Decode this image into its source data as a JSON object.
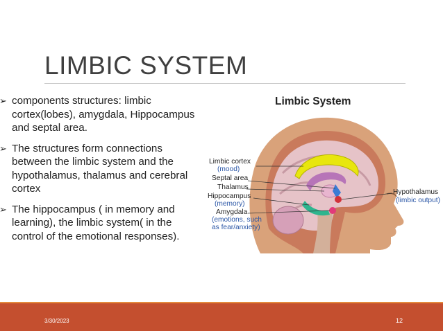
{
  "title": "LIMBIC SYSTEM",
  "bullets": [
    {
      "text": " components structures: limbic cortex(lobes), amygdala, Hippocampus and septal area."
    },
    {
      "text": "The structures form connections between the limbic system and the hypothalamus, thalamus and cerebral cortex"
    },
    {
      "text": "The hippocampus ( in memory and learning), the limbic system( in the control of the emotional responses)."
    }
  ],
  "figure": {
    "title": "Limbic System",
    "labels": {
      "limbic_cortex": "Limbic cortex",
      "limbic_cortex_sub": "(mood)",
      "septal_area": "Septal area",
      "thalamus": "Thalamus",
      "hippocampus": "Hippocampus",
      "hippocampus_sub": "(memory)",
      "amygdala": "Amygdala",
      "amygdala_sub_1": "(emotions, such",
      "amygdala_sub_2": "as fear/anxiety)",
      "hypothalamus": "Hypothalamus",
      "hypothalamus_sub": "(limbic output)"
    }
  },
  "footer": {
    "date": "3/30/2023",
    "page": "12"
  },
  "colors": {
    "accent": "#c44f2f",
    "accent_light": "#e58a3c",
    "limbic_cortex": "#e8e60e",
    "skin": "#d9a27a"
  }
}
